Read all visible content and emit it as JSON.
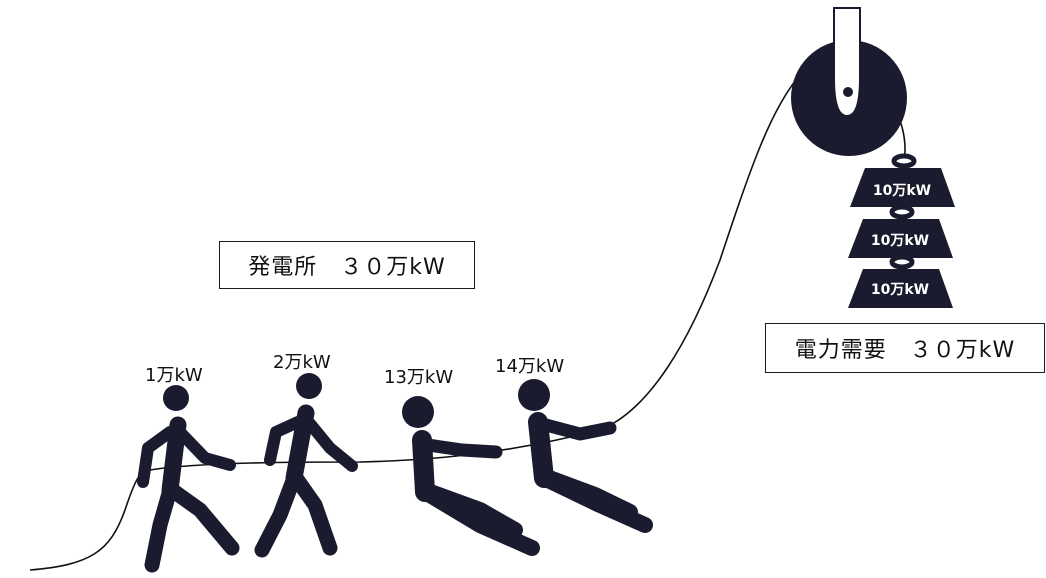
{
  "plant_box": {
    "label": "発電所　３０万kW"
  },
  "demand_box": {
    "label": "電力需要　３０万kW"
  },
  "pullers": [
    {
      "label": "1万kW"
    },
    {
      "label": "2万kW"
    },
    {
      "label": "13万kW"
    },
    {
      "label": "14万kW"
    }
  ],
  "weights": [
    {
      "label": "10万kW"
    },
    {
      "label": "10万kW"
    },
    {
      "label": "10万kW"
    }
  ],
  "colors": {
    "figure": "#1a1b2e",
    "text": "#111111",
    "weight_text": "#ffffff"
  }
}
